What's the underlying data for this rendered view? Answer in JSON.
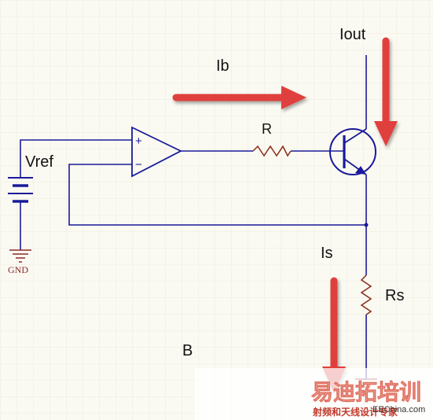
{
  "labels": {
    "iout": "Iout",
    "ib": "Ib",
    "r": "R",
    "vref": "Vref",
    "gnd": "GND",
    "is": "Is",
    "rs": "Rs",
    "b": "B"
  },
  "opamp": {
    "plus": "+",
    "minus": "−"
  },
  "watermark": {
    "chinese_title": "易迪拓培训",
    "subtitle": "射频和天线设计专家",
    "site": "EEChina.com"
  },
  "colors": {
    "background": "#fbfaf2",
    "grid": "#ecebdf",
    "wire": "#1a1a9a",
    "arrow": "#e0413d",
    "resistor": "#8a2a1a",
    "ground": "#8a2a2a"
  }
}
